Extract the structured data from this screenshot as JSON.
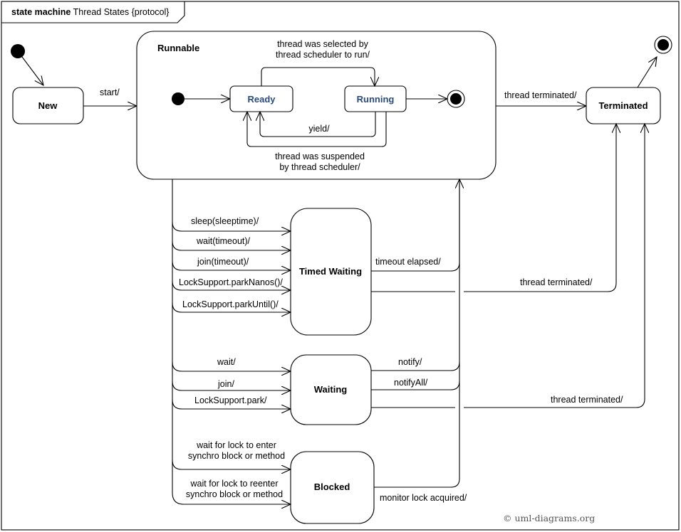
{
  "frame": {
    "keyword": "state machine",
    "name": "Thread States {protocol}"
  },
  "states": {
    "new": "New",
    "runnable": "Runnable",
    "ready": "Ready",
    "running": "Running",
    "terminated": "Terminated",
    "timed_waiting": "Timed Waiting",
    "waiting": "Waiting",
    "blocked": "Blocked"
  },
  "transitions": {
    "start": "start/",
    "selected_1": "thread was selected by",
    "selected_2": "thread scheduler to run/",
    "yield": "yield/",
    "suspended_1": "thread was suspended",
    "suspended_2": "by thread scheduler/",
    "terminated_runnable": "thread terminated/",
    "sleep": "sleep(sleeptime)/",
    "wait_timeout": "wait(timeout)/",
    "join_timeout": "join(timeout)/",
    "park_nanos": "LockSupport.parkNanos()/",
    "park_until": "LockSupport.parkUntil()/",
    "timeout_elapsed": "timeout elapsed/",
    "terminated_timed": "thread terminated/",
    "wait": "wait/",
    "join": "join/",
    "park": "LockSupport.park/",
    "notify": "notify/",
    "notify_all": "notifyAll/",
    "terminated_waiting": "thread terminated/",
    "lock_enter_1": "wait for lock to enter",
    "lock_enter_2": "synchro block or method",
    "lock_reenter_1": "wait for lock to reenter",
    "lock_reenter_2": "synchro block or method",
    "monitor_acquired": "monitor lock acquired/"
  },
  "copyright": "© uml-diagrams.org",
  "colors": {
    "inner_state_text": "#2a4b7c",
    "stroke": "#000000"
  }
}
